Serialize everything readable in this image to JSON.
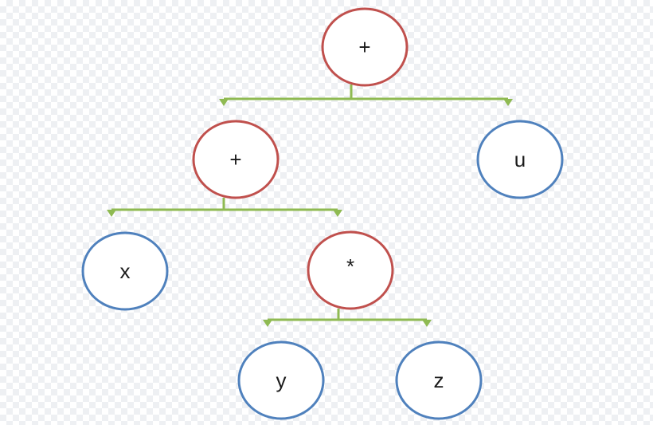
{
  "colors": {
    "operator_node": "#c0504d",
    "operand_node": "#4f81bd",
    "connector": "#8fba52",
    "node_fill": "#ffffff",
    "label": "#1a1a1a"
  },
  "nodes": {
    "root": {
      "label": "+",
      "kind": "operator"
    },
    "left_plus": {
      "label": "+",
      "kind": "operator"
    },
    "u": {
      "label": "u",
      "kind": "operand"
    },
    "x": {
      "label": "x",
      "kind": "operand"
    },
    "times": {
      "label": "*",
      "kind": "operator"
    },
    "y": {
      "label": "y",
      "kind": "operand"
    },
    "z": {
      "label": "z",
      "kind": "operand"
    }
  },
  "edges": [
    {
      "from": "root",
      "to": "left_plus"
    },
    {
      "from": "root",
      "to": "u"
    },
    {
      "from": "left_plus",
      "to": "x"
    },
    {
      "from": "left_plus",
      "to": "times"
    },
    {
      "from": "times",
      "to": "y"
    },
    {
      "from": "times",
      "to": "z"
    }
  ]
}
